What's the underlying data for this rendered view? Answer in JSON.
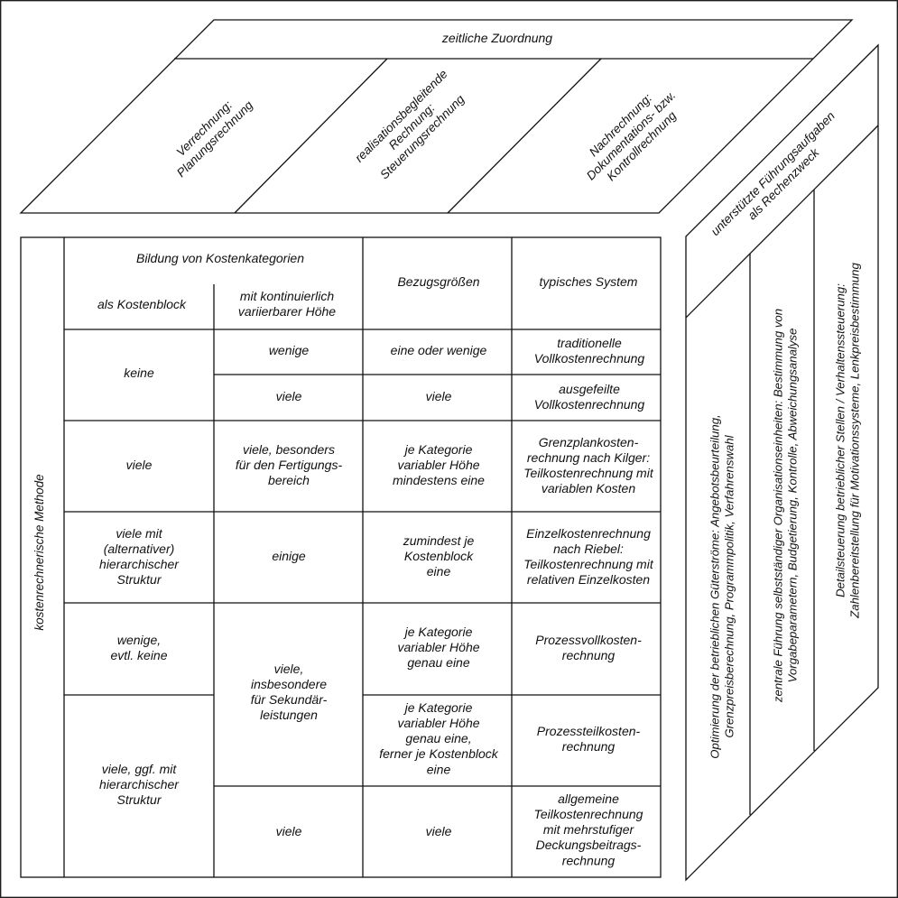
{
  "top_face": {
    "header": "zeitliche  Zuordnung",
    "col1": [
      "Verrechnung:",
      "Planungsrechnung"
    ],
    "col2": [
      "realisationsbegleitende",
      "Rechnung:",
      "Steuerungsrechnung"
    ],
    "col3": [
      "Nachrechnung:",
      "Dokumentations- bzw.",
      "Kontrollrechnung"
    ]
  },
  "side_face": {
    "header": [
      "unterstützte Führungsaufgaben",
      "als Rechenzweck"
    ],
    "col1": [
      "Optimierung der betrieblichen Güterströme: Angebotsbeurteilung,",
      "Grenzpreisberechnung, Programmpolitik, Verfahrenswahl"
    ],
    "col2": [
      "zentrale Führung selbstständiger Organisationseinheiten: Bestimmung von",
      "Vorgabeparametern, Budgetierung, Kontrolle, Abweichungsanalyse"
    ],
    "col3": [
      "Detailsteuerung betrieblicher Stellen / Verhaltenssteuerung:",
      "Zahlenbereitstellung für Motivationssysteme, Lenkpreisbestimmung"
    ]
  },
  "front_face": {
    "side_label": "kostenrechnerische Methode",
    "header_group": "Bildung  von  Kostenkategorien",
    "header_block": "als  Kostenblock",
    "header_cont": [
      "mit  kontinuierlich",
      "variierbarer  Höhe"
    ],
    "header_bezug": "Bezugsgrößen",
    "header_system": "typisches  System",
    "block_1": "keine",
    "row1_cont": "wenige",
    "row1_bezug": "eine oder wenige",
    "row1_system": [
      "traditionelle",
      "Vollkostenrechnung"
    ],
    "row2_cont": "viele",
    "row2_bezug": "viele",
    "row2_system": [
      "ausgefeilte",
      "Vollkostenrechnung"
    ],
    "row3_block": "viele",
    "row3_cont": [
      "viele, besonders",
      "für den Fertigungs-",
      "bereich"
    ],
    "row3_bezug": [
      "je Kategorie",
      "variabler Höhe",
      "mindestens eine"
    ],
    "row3_system": [
      "Grenzplankosten-",
      "rechnung nach Kilger:",
      "Teilkostenrechnung mit",
      "variablen Kosten"
    ],
    "row4_block": [
      "viele mit",
      "(alternativer)",
      "hierarchischer",
      "Struktur"
    ],
    "row4_cont": "einige",
    "row4_bezug": [
      "zumindest je",
      "Kostenblock",
      "eine"
    ],
    "row4_system": [
      "Einzelkostenrechnung",
      "nach Riebel:",
      "Teilkostenrechnung mit",
      "relativen Einzelkosten"
    ],
    "row5_block": [
      "wenige,",
      "evtl. keine"
    ],
    "row56_cont": [
      "viele,",
      "insbesondere",
      "für Sekundär-",
      "leistungen"
    ],
    "row5_bezug": [
      "je Kategorie",
      "variabler Höhe",
      "genau eine"
    ],
    "row5_system": [
      "Prozessvollkosten-",
      "rechnung"
    ],
    "row67_block": [
      "viele, ggf. mit",
      "hierarchischer",
      "Struktur"
    ],
    "row6_bezug": [
      "je Kategorie",
      "variabler Höhe",
      "genau eine,",
      "ferner je Kostenblock",
      "eine"
    ],
    "row6_system": [
      "Prozessteilkosten-",
      "rechnung"
    ],
    "row7_cont": "viele",
    "row7_bezug": "viele",
    "row7_system": [
      "allgemeine",
      "Teilkostenrechnung",
      "mit mehrstufiger",
      "Deckungsbeitrags-",
      "rechnung"
    ]
  }
}
